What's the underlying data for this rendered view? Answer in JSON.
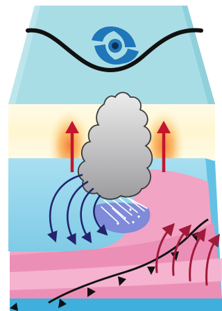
{
  "colors": {
    "sky_panel": "#a9dde6",
    "sky_panel_edge": "#8fd0db",
    "cloud_layer_glow": "#fff4c4",
    "ocean_surface": "#8fd2e8",
    "ocean_side": "#63c2e4",
    "warm_water": "#f2a4c4",
    "warm_water_deep": "#ec8fb6",
    "cold_pool": "#7f8ad8",
    "cloud_gray": "#b8b9bc",
    "cloud_outline": "#3a3a3a",
    "updraft_arrow": "#c2172d",
    "updraft_glow": "#f7a640",
    "downdraft_arrow": "#23236e",
    "front_line": "#111111",
    "cyclone_blue": "#1f76b8",
    "surface_arrow": "#a01a3a"
  },
  "icons": {
    "cyclone": "tropical-cyclone-symbol",
    "front": "cold-front-line-with-triangles",
    "updraft": "upward-arrow",
    "downdraft": "curved-downward-arrow"
  }
}
